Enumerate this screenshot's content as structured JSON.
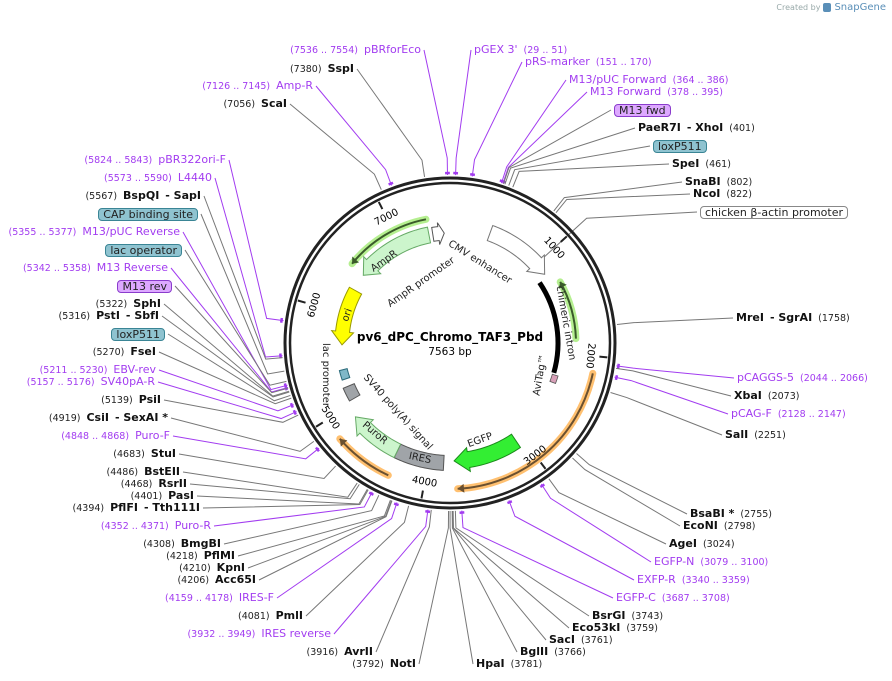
{
  "branding": {
    "created_by": "Created by",
    "brand": "SnapGene"
  },
  "plasmid": {
    "name": "pv6_dPC_Chromo_TAF3_Pbd",
    "length": "7563 bp",
    "total_bp": 7563
  },
  "ticks": [
    "1000",
    "2000",
    "3000",
    "4000",
    "5000",
    "6000",
    "7000"
  ],
  "features": {
    "cmv": "CMV enhancer",
    "chimeric": "chimeric intron",
    "avitag": "AviTag™",
    "egfp": "EGFP",
    "ires": "IRES",
    "puror": "PuroR",
    "sv40": "SV40 poly(A) signal",
    "lacp": "lac promoter",
    "ori": "ori",
    "ampr": "AmpR",
    "amprp": "AmpR promoter"
  },
  "colors": {
    "primer": "#a23cf0",
    "enzyme": "#111111",
    "ring": "#222222",
    "egfp": "#33ee33",
    "orf": "#ffc070",
    "ampr": "#ccf5cc",
    "ori": "#ffff00"
  },
  "labels": [
    {
      "side": "left",
      "kind": "primer",
      "name": "pBRforEco",
      "loc": "(7536 .. 7554)",
      "bp": 7545
    },
    {
      "side": "left",
      "kind": "enzyme",
      "name": "SspI",
      "loc": "(7380)",
      "bp": 7380
    },
    {
      "side": "left",
      "kind": "primer",
      "name": "Amp-R",
      "loc": "(7126 .. 7145)",
      "bp": 7135
    },
    {
      "side": "left",
      "kind": "enzyme",
      "name": "ScaI",
      "loc": "(7056)",
      "bp": 7056
    },
    {
      "side": "left",
      "kind": "primer",
      "name": "pBR322ori-F",
      "loc": "(5824 .. 5843)",
      "bp": 5833
    },
    {
      "side": "left",
      "kind": "primer",
      "name": "L4440",
      "loc": "(5573 .. 5590)",
      "bp": 5581
    },
    {
      "side": "left",
      "kind": "enzyme",
      "name": "BspQI",
      "name2": "- SapI",
      "loc": "(5567)",
      "bp": 5567
    },
    {
      "side": "left",
      "kind": "feature",
      "style": "blue",
      "name": "CAP binding site",
      "bp": 5470
    },
    {
      "side": "left",
      "kind": "primer",
      "name": "M13/pUC Reverse",
      "loc": "(5355 .. 5377)",
      "bp": 5366
    },
    {
      "side": "left",
      "kind": "feature",
      "style": "blue",
      "name": "lac operator",
      "bp": 5395
    },
    {
      "side": "left",
      "kind": "primer",
      "name": "M13 Reverse",
      "loc": "(5342 .. 5358)",
      "bp": 5350
    },
    {
      "side": "left",
      "kind": "feature",
      "style": "purple",
      "name": "M13 rev",
      "bp": 5345
    },
    {
      "side": "left",
      "kind": "enzyme",
      "name": "SphI",
      "loc": "(5322)",
      "bp": 5322
    },
    {
      "side": "left",
      "kind": "enzyme",
      "name": "PstI",
      "name2": "- SbfI",
      "loc": "(5316)",
      "bp": 5316
    },
    {
      "side": "left",
      "kind": "feature",
      "style": "blue",
      "name": "loxP511",
      "bp": 5290
    },
    {
      "side": "left",
      "kind": "enzyme",
      "name": "FseI",
      "loc": "(5270)",
      "bp": 5270
    },
    {
      "side": "left",
      "kind": "primer",
      "name": "EBV-rev",
      "loc": "(5211 .. 5230)",
      "bp": 5220
    },
    {
      "side": "left",
      "kind": "primer",
      "name": "SV40pA-R",
      "loc": "(5157 .. 5176)",
      "bp": 5166
    },
    {
      "side": "left",
      "kind": "enzyme",
      "name": "PsiI",
      "loc": "(5139)",
      "bp": 5139
    },
    {
      "side": "left",
      "kind": "enzyme",
      "name": "CsiI",
      "name2": "- SexAI *",
      "loc": "(4919)",
      "bp": 4919
    },
    {
      "side": "left",
      "kind": "primer",
      "name": "Puro-F",
      "loc": "(4848 .. 4868)",
      "bp": 4858
    },
    {
      "side": "left",
      "kind": "enzyme",
      "name": "StuI",
      "loc": "(4683)",
      "bp": 4683
    },
    {
      "side": "left",
      "kind": "enzyme",
      "name": "BstEII",
      "loc": "(4486)",
      "bp": 4486
    },
    {
      "side": "left",
      "kind": "enzyme",
      "name": "RsrII",
      "loc": "(4468)",
      "bp": 4468
    },
    {
      "side": "left",
      "kind": "enzyme",
      "name": "PasI",
      "loc": "(4401)",
      "bp": 4401
    },
    {
      "side": "left",
      "kind": "enzyme",
      "name": "PflFI",
      "name2": "- Tth111I",
      "loc": "(4394)",
      "bp": 4394
    },
    {
      "side": "left",
      "kind": "primer",
      "name": "Puro-R",
      "loc": "(4352 .. 4371)",
      "bp": 4361
    },
    {
      "side": "left",
      "kind": "enzyme",
      "name": "BmgBI",
      "loc": "(4308)",
      "bp": 4308
    },
    {
      "side": "left",
      "kind": "enzyme",
      "name": "PflMI",
      "loc": "(4218)",
      "bp": 4218
    },
    {
      "side": "left",
      "kind": "enzyme",
      "name": "KpnI",
      "loc": "(4210)",
      "bp": 4210
    },
    {
      "side": "left",
      "kind": "enzyme",
      "name": "Acc65I",
      "loc": "(4206)",
      "bp": 4206
    },
    {
      "side": "left",
      "kind": "primer",
      "name": "IRES-F",
      "loc": "(4159 .. 4178)",
      "bp": 4168
    },
    {
      "side": "left",
      "kind": "enzyme",
      "name": "PmlI",
      "loc": "(4081)",
      "bp": 4081
    },
    {
      "side": "left",
      "kind": "primer",
      "name": "IRES reverse",
      "loc": "(3932 .. 3949)",
      "bp": 3940
    },
    {
      "side": "left",
      "kind": "enzyme",
      "name": "AvrII",
      "loc": "(3916)",
      "bp": 3916
    },
    {
      "side": "left",
      "kind": "enzyme",
      "name": "NotI",
      "loc": "(3792)",
      "bp": 3792
    },
    {
      "side": "right",
      "kind": "primer",
      "name": "pGEX 3'",
      "loc": "(29 .. 51)",
      "bp": 40
    },
    {
      "side": "right",
      "kind": "primer",
      "name": "pRS-marker",
      "loc": "(151 .. 170)",
      "bp": 160
    },
    {
      "side": "right",
      "kind": "primer",
      "name": "M13/pUC Forward",
      "loc": "(364 .. 386)",
      "bp": 375
    },
    {
      "side": "right",
      "kind": "primer",
      "name": "M13 Forward",
      "loc": "(378 .. 395)",
      "bp": 386
    },
    {
      "side": "right",
      "kind": "feature",
      "style": "purple",
      "name": "M13 fwd",
      "bp": 390
    },
    {
      "side": "right",
      "kind": "enzyme",
      "name": "PaeR7I",
      "name2": "- XhoI",
      "loc": "(401)",
      "bp": 401
    },
    {
      "side": "right",
      "kind": "feature",
      "style": "blue",
      "name": "loxP511",
      "bp": 430
    },
    {
      "side": "right",
      "kind": "enzyme",
      "name": "SpeI",
      "loc": "(461)",
      "bp": 461
    },
    {
      "side": "right",
      "kind": "enzyme",
      "name": "SnaBI",
      "loc": "(802)",
      "bp": 802
    },
    {
      "side": "right",
      "kind": "enzyme",
      "name": "NcoI",
      "loc": "(822)",
      "bp": 822
    },
    {
      "side": "right",
      "kind": "feature",
      "style": "white",
      "name": "chicken β-actin promoter",
      "bp": 1000
    },
    {
      "side": "right",
      "kind": "enzyme",
      "name": "MreI",
      "name2": "- SgrAI",
      "loc": "(1758)",
      "bp": 1758
    },
    {
      "side": "right",
      "kind": "primer",
      "name": "pCAGGS-5",
      "loc": "(2044 .. 2066)",
      "bp": 2055
    },
    {
      "side": "right",
      "kind": "enzyme",
      "name": "XbaI",
      "loc": "(2073)",
      "bp": 2073
    },
    {
      "side": "right",
      "kind": "primer",
      "name": "pCAG-F",
      "loc": "(2128 .. 2147)",
      "bp": 2137
    },
    {
      "side": "right",
      "kind": "enzyme",
      "name": "SalI",
      "loc": "(2251)",
      "bp": 2251
    },
    {
      "side": "right",
      "kind": "enzyme",
      "name": "BsaBI *",
      "loc": "(2755)",
      "bp": 2755
    },
    {
      "side": "right",
      "kind": "enzyme",
      "name": "EcoNI",
      "loc": "(2798)",
      "bp": 2798
    },
    {
      "side": "right",
      "kind": "enzyme",
      "name": "AgeI",
      "loc": "(3024)",
      "bp": 3024
    },
    {
      "side": "right",
      "kind": "primer",
      "name": "EGFP-N",
      "loc": "(3079 .. 3100)",
      "bp": 3090
    },
    {
      "side": "right",
      "kind": "primer",
      "name": "EXFP-R",
      "loc": "(3340 .. 3359)",
      "bp": 3350
    },
    {
      "side": "right",
      "kind": "primer",
      "name": "EGFP-C",
      "loc": "(3687 .. 3708)",
      "bp": 3697
    },
    {
      "side": "right",
      "kind": "enzyme",
      "name": "BsrGI",
      "loc": "(3743)",
      "bp": 3743
    },
    {
      "side": "right",
      "kind": "enzyme",
      "name": "Eco53kI",
      "loc": "(3759)",
      "bp": 3759
    },
    {
      "side": "right",
      "kind": "enzyme",
      "name": "SacI",
      "loc": "(3761)",
      "bp": 3761
    },
    {
      "side": "right",
      "kind": "enzyme",
      "name": "BglII",
      "loc": "(3766)",
      "bp": 3766
    },
    {
      "side": "right",
      "kind": "enzyme",
      "name": "HpaI",
      "loc": "(3781)",
      "bp": 3781
    }
  ]
}
